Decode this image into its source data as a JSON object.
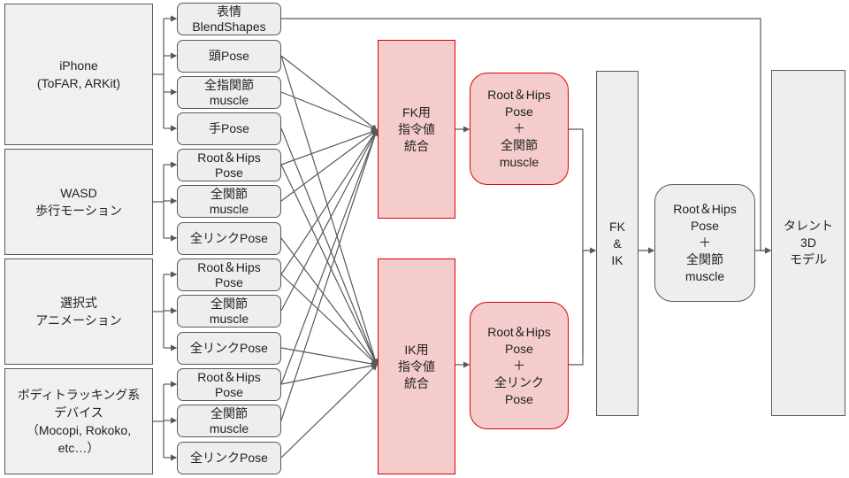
{
  "sources": [
    {
      "id": "iphone",
      "label": "iPhone\n(ToFAR, ARKit)"
    },
    {
      "id": "wasd",
      "label": "WASD\n歩行モーション"
    },
    {
      "id": "anim",
      "label": "選択式\nアニメーション"
    },
    {
      "id": "body",
      "label": "ボディトラッキング系\nデバイス\n（Mocopi, Rokoko,\netc…）"
    }
  ],
  "outputs": [
    {
      "label": "表情\nBlendShapes"
    },
    {
      "label": "頭Pose"
    },
    {
      "label": "全指関節\nmuscle"
    },
    {
      "label": "手Pose"
    },
    {
      "label": "Root＆Hips\nPose"
    },
    {
      "label": "全関節\nmuscle"
    },
    {
      "label": "全リンクPose"
    },
    {
      "label": "Root＆Hips\nPose"
    },
    {
      "label": "全関節\nmuscle"
    },
    {
      "label": "全リンクPose"
    },
    {
      "label": "Root＆Hips\nPose"
    },
    {
      "label": "全関節\nmuscle"
    },
    {
      "label": "全リンクPose"
    }
  ],
  "integrators": {
    "fk": {
      "label": "FK用\n指令値\n統合"
    },
    "ik": {
      "label": "IK用\n指令値\n統合"
    }
  },
  "intermediate": {
    "fk_out": {
      "label": "Root＆Hips\nPose\n＋\n全関節\nmuscle"
    },
    "ik_out": {
      "label": "Root＆Hips\nPose\n＋\n全リンク\nPose"
    }
  },
  "solver": {
    "label": "FK\n&\nIK"
  },
  "final_pose": {
    "label": "Root＆Hips\nPose\n＋\n全関節\nmuscle"
  },
  "target": {
    "label": "タレント\n3D\nモデル"
  },
  "colors": {
    "line": "#595959",
    "red_border": "#e00000",
    "red_fill": "#f4cccc",
    "gray_fill": "#eeeeee"
  }
}
